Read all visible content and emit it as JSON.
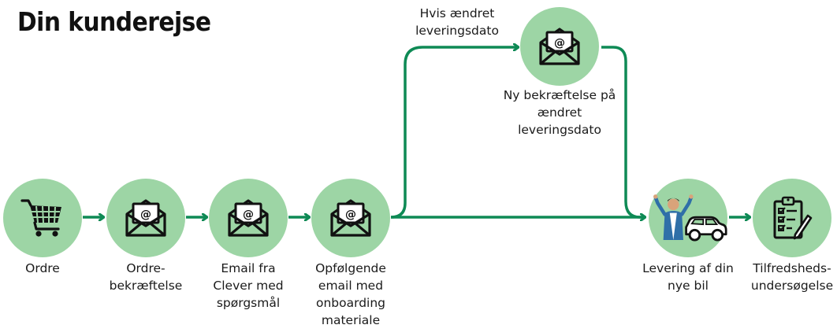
{
  "title": "Din kunderejse",
  "steps": {
    "order": "Ordre",
    "confirmation": "Ordre-\nbekræftelse",
    "email_questions": "Email fra\nClever med\nspørgsmål",
    "followup": "Opfølgende\nemail med\nonboarding\nmateriale",
    "new_confirmation": "Ny bekræftelse på\nændret\nleveringsdato",
    "delivery": "Levering af din\nnye bil",
    "survey": "Tilfredsheds-\nundersøgelse"
  },
  "branch_label": "Hvis ændret\nleveringsdato",
  "colors": {
    "node_fill": "#9dd5a5",
    "connector": "#0e8a55",
    "icon": "#111111"
  },
  "icons": {
    "order": "shopping-cart-icon",
    "confirmation": "email-icon",
    "email_questions": "email-icon",
    "followup": "email-icon",
    "new_confirmation": "email-icon",
    "delivery": "person-and-car-icon",
    "survey": "clipboard-checklist-icon"
  }
}
